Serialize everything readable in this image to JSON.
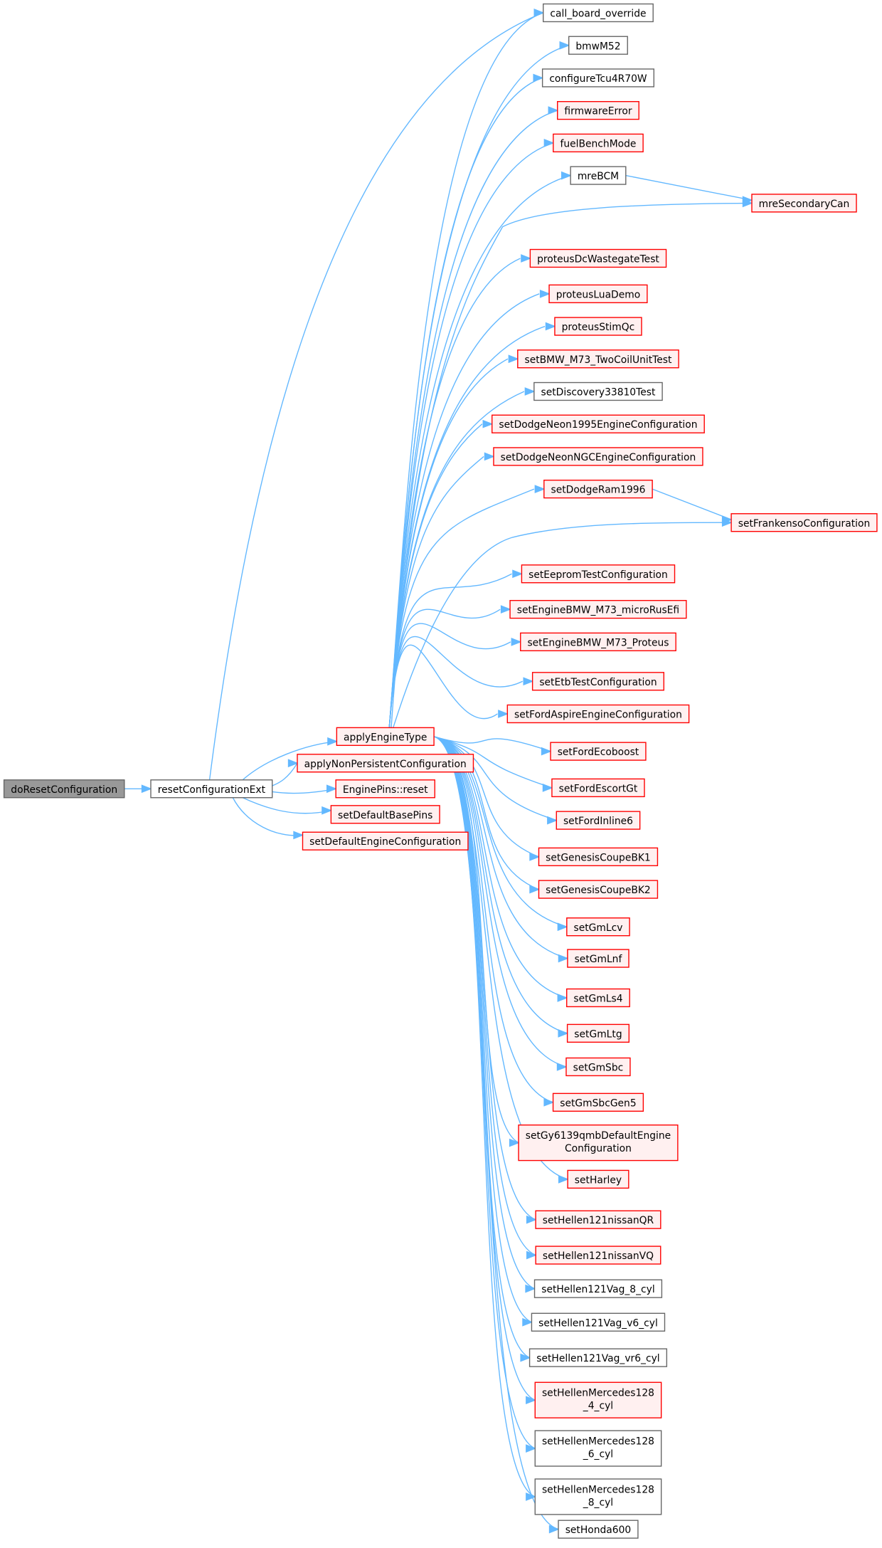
{
  "graph": {
    "root": {
      "label": "doResetConfiguration",
      "style": "root"
    },
    "caller": {
      "label": "resetConfigurationExt",
      "style": "plain"
    },
    "middle": [
      {
        "label": "applyEngineType",
        "style": "truncated"
      },
      {
        "label": "applyNonPersistentConfiguration",
        "style": "truncated"
      },
      {
        "label": "EnginePins::reset",
        "style": "truncated"
      },
      {
        "label": "setDefaultBasePins",
        "style": "truncated"
      },
      {
        "label": "setDefaultEngineConfiguration",
        "style": "truncated"
      }
    ],
    "right": [
      {
        "label": "call_board_override",
        "style": "plain"
      },
      {
        "label": "bmwM52",
        "style": "plain"
      },
      {
        "label": "configureTcu4R70W",
        "style": "plain"
      },
      {
        "label": "firmwareError",
        "style": "truncated"
      },
      {
        "label": "fuelBenchMode",
        "style": "truncated"
      },
      {
        "label": "mreBCM",
        "style": "plain"
      },
      {
        "label": "proteusDcWastegateTest",
        "style": "truncated"
      },
      {
        "label": "proteusLuaDemo",
        "style": "truncated"
      },
      {
        "label": "proteusStimQc",
        "style": "truncated"
      },
      {
        "label": "setBMW_M73_TwoCoilUnitTest",
        "style": "truncated"
      },
      {
        "label": "setDiscovery33810Test",
        "style": "plain"
      },
      {
        "label": "setDodgeNeon1995EngineConfiguration",
        "style": "truncated"
      },
      {
        "label": "setDodgeNeonNGCEngineConfiguration",
        "style": "truncated"
      },
      {
        "label": "setDodgeRam1996",
        "style": "truncated"
      },
      {
        "label": "setEepromTestConfiguration",
        "style": "truncated"
      },
      {
        "label": "setEngineBMW_M73_microRusEfi",
        "style": "truncated"
      },
      {
        "label": "setEngineBMW_M73_Proteus",
        "style": "truncated"
      },
      {
        "label": "setEtbTestConfiguration",
        "style": "truncated"
      },
      {
        "label": "setFordAspireEngineConfiguration",
        "style": "truncated"
      },
      {
        "label": "setFordEcoboost",
        "style": "truncated"
      },
      {
        "label": "setFordEscortGt",
        "style": "truncated"
      },
      {
        "label": "setFordInline6",
        "style": "truncated"
      },
      {
        "label": "setGenesisCoupeBK1",
        "style": "truncated"
      },
      {
        "label": "setGenesisCoupeBK2",
        "style": "truncated"
      },
      {
        "label": "setGmLcv",
        "style": "truncated"
      },
      {
        "label": "setGmLnf",
        "style": "truncated"
      },
      {
        "label": "setGmLs4",
        "style": "truncated"
      },
      {
        "label": "setGmLtg",
        "style": "truncated"
      },
      {
        "label": "setGmSbc",
        "style": "truncated"
      },
      {
        "label": "setGmSbcGen5",
        "style": "truncated"
      },
      {
        "label": "setGy6139qmbDefaultEngine\nConfiguration",
        "style": "truncated"
      },
      {
        "label": "setHarley",
        "style": "truncated"
      },
      {
        "label": "setHellen121nissanQR",
        "style": "truncated"
      },
      {
        "label": "setHellen121nissanVQ",
        "style": "truncated"
      },
      {
        "label": "setHellen121Vag_8_cyl",
        "style": "plain"
      },
      {
        "label": "setHellen121Vag_v6_cyl",
        "style": "plain"
      },
      {
        "label": "setHellen121Vag_vr6_cyl",
        "style": "plain"
      },
      {
        "label": "setHellenMercedes128\n_4_cyl",
        "style": "truncated"
      },
      {
        "label": "setHellenMercedes128\n_6_cyl",
        "style": "plain"
      },
      {
        "label": "setHellenMercedes128\n_8_cyl",
        "style": "plain"
      },
      {
        "label": "setHonda600",
        "style": "plain"
      }
    ],
    "far": [
      {
        "label": "mreSecondaryCan",
        "style": "truncated"
      },
      {
        "label": "setFrankensoConfiguration",
        "style": "truncated"
      }
    ]
  },
  "colors": {
    "edge": "#63b8ff",
    "root_fill": "#999999",
    "root_stroke": "#666666",
    "plain_fill": "#ffffff",
    "plain_stroke": "#666666",
    "truncated_fill": "#fff0f0",
    "truncated_stroke": "#ff0000"
  }
}
